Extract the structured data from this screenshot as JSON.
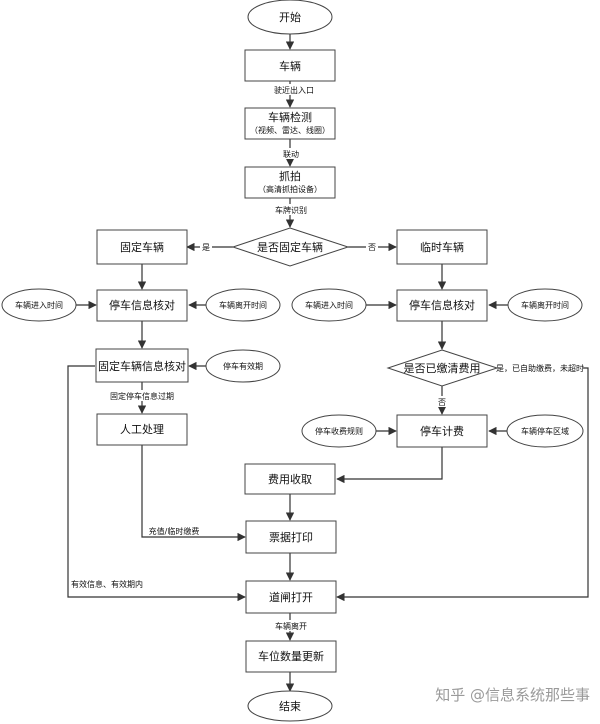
{
  "nodes": {
    "start": "开始",
    "vehicle": "车辆",
    "detect": "车辆检测",
    "detect_sub": "（视频、雷达、线圈）",
    "capture": "抓拍",
    "capture_sub": "（高清抓拍设备）",
    "is_fixed": "是否固定车辆",
    "fixed_vehicle": "固定车辆",
    "temp_vehicle": "临时车辆",
    "park_check_left": "停车信息核对",
    "park_check_right": "停车信息核对",
    "fixed_check": "固定车辆信息核对",
    "is_paid": "是否已缴清费用",
    "manual": "人工处理",
    "billing": "停车计费",
    "fee_collect": "费用收取",
    "ticket_print": "票据打印",
    "gate_open": "道闸打开",
    "slot_update": "车位数量更新",
    "end": "结束"
  },
  "side_inputs": {
    "enter_time_left": "车辆进入时间",
    "leave_time_left": "车辆离开时间",
    "valid_period": "停车有效期",
    "enter_time_right": "车辆进入时间",
    "leave_time_right": "车辆离开时间",
    "fee_rules": "停车收费规则",
    "park_area": "车辆停车区域"
  },
  "edge_labels": {
    "near_gate": "驶近出入口",
    "linkage": "联动",
    "plate_recognition": "车牌识别",
    "yes": "是",
    "no": "否",
    "fixed_expired": "固定停车信息过期",
    "paid_no_timeout": "是，已自助缴费，未超时",
    "paid_no": "否",
    "recharge": "充值/临时缴费",
    "valid_info": "有效信息、有效期内",
    "vehicle_leave": "车辆离开"
  },
  "watermark": "知乎 @信息系统那些事"
}
